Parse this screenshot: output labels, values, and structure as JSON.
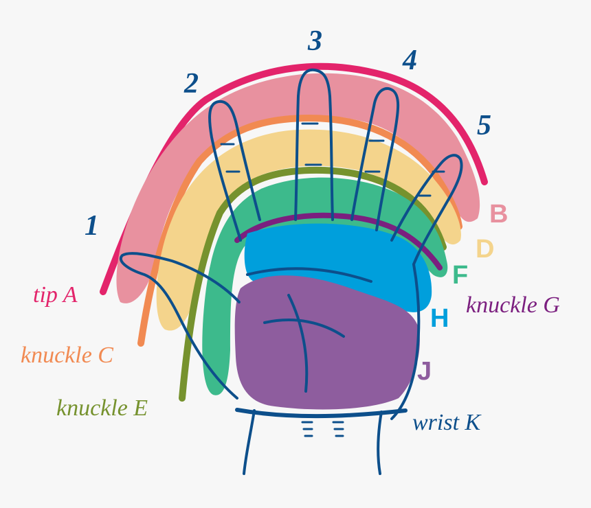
{
  "diagram": {
    "finger_numbers": [
      "1",
      "2",
      "3",
      "4",
      "5"
    ],
    "labels": {
      "tip_a": "tip A",
      "band_b": "B",
      "knuckle_c": "knuckle C",
      "band_d": "D",
      "knuckle_e": "knuckle E",
      "band_f": "F",
      "knuckle_g": "knuckle G",
      "band_h": "H",
      "band_j": "J",
      "wrist_k": "wrist K"
    },
    "colors": {
      "background": "#f7f7f7",
      "tip_a": "#e3246b",
      "band_b": "#e8919f",
      "knuckle_c": "#f18a52",
      "band_d": "#f4d48c",
      "knuckle_e": "#76922e",
      "band_f": "#3dba8c",
      "knuckle_g": "#7b1f7f",
      "band_h": "#009fdc",
      "band_j": "#8e5d9e",
      "wrist_k": "#0d4f8b",
      "outline": "#0d4f8b"
    }
  }
}
